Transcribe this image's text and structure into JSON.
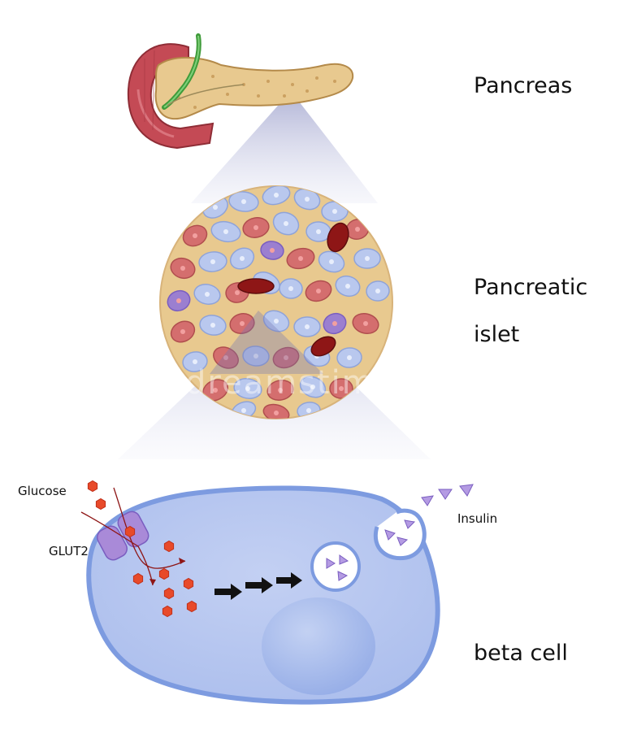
{
  "labels": {
    "pancreas": "Pancreas",
    "islet_line1": "Pancreatic",
    "islet_line2": "islet",
    "beta_cell": "beta cell",
    "glucose": "Glucose",
    "glut2": "GLUT2",
    "insulin": "Insulin"
  },
  "watermark": "dreamstime",
  "colors": {
    "pancreas_tissue": "#e8c98f",
    "duodenum": "#c44a55",
    "duct": "#3f9b3a",
    "beta_cell_fill": "#b9c8ee",
    "alpha_cell_fill": "#d46e6e",
    "delta_cell_fill": "#9b7fd0",
    "capillary": "#8e1616",
    "cell_membrane": "#7d9be0",
    "cytoplasm": "#b3c4f0",
    "nucleus": "#9fb6ea",
    "glucose": "#e84a2a",
    "transporter": "#a98ad8",
    "insulin_granule": "#b49be3",
    "arrow": "#111111"
  }
}
